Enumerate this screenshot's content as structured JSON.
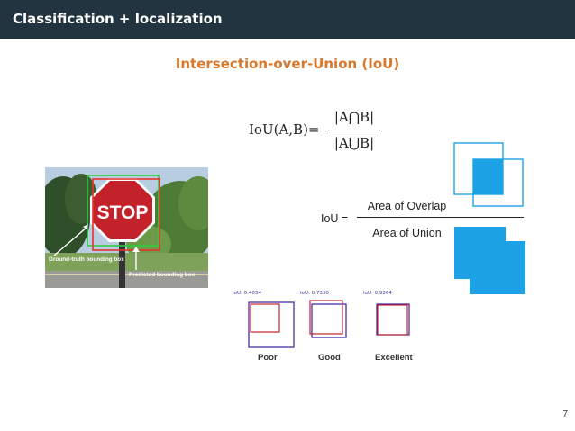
{
  "header": {
    "title": "Classification + localization"
  },
  "slide": {
    "title": "Intersection-over-Union (IoU)",
    "page_number": "7"
  },
  "formula_set": {
    "lhs": "IoU(A,B)=",
    "numerator": "|A⋂B|",
    "denominator": "|A⋃B|"
  },
  "formula_area": {
    "lhs": "IoU =",
    "numerator": "Area of Overlap",
    "denominator": "Area of Union"
  },
  "photo": {
    "sign_text": "STOP",
    "ground_truth_label": "Ground-truth bounding box",
    "predicted_label": "Predicted bounding box",
    "ground_truth_color": "#2ecc40",
    "predicted_color": "#e8332a"
  },
  "diagram_colors": {
    "fill": "#1ea2e6",
    "outline": "#1ea2e6"
  },
  "examples": [
    {
      "score": "IoU: 0.4034",
      "label": "Poor"
    },
    {
      "score": "IoU: 0.7330",
      "label": "Good"
    },
    {
      "score": "IoU: 0.9264",
      "label": "Excellent"
    }
  ],
  "example_colors": {
    "ground_truth": "#3b1fa6",
    "predicted": "#c0262d"
  }
}
